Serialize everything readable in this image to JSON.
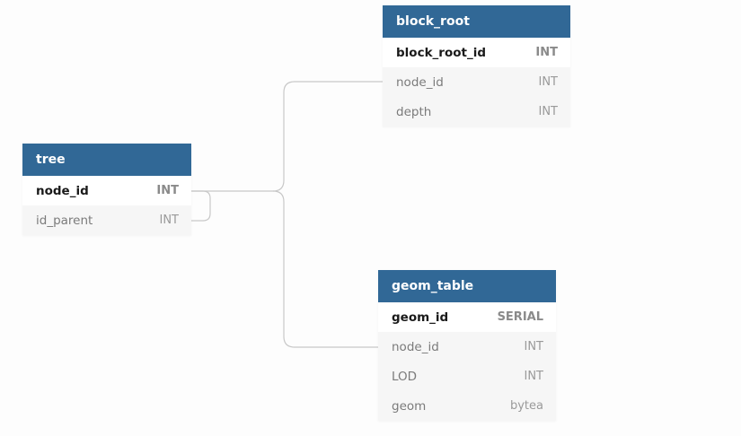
{
  "tables": [
    {
      "id": "block_root",
      "name": "block_root",
      "fields": [
        {
          "name": "block_root_id",
          "type": "INT",
          "pk": true
        },
        {
          "name": "node_id",
          "type": "INT",
          "pk": false
        },
        {
          "name": "depth",
          "type": "INT",
          "pk": false
        }
      ]
    },
    {
      "id": "tree",
      "name": "tree",
      "fields": [
        {
          "name": "node_id",
          "type": "INT",
          "pk": true
        },
        {
          "name": "id_parent",
          "type": "INT",
          "pk": false
        }
      ]
    },
    {
      "id": "geom_table",
      "name": "geom_table",
      "fields": [
        {
          "name": "geom_id",
          "type": "SERIAL",
          "pk": true
        },
        {
          "name": "node_id",
          "type": "INT",
          "pk": false
        },
        {
          "name": "LOD",
          "type": "INT",
          "pk": false
        },
        {
          "name": "geom",
          "type": "bytea",
          "pk": false
        }
      ]
    }
  ],
  "relations": [
    {
      "from": "tree.node_id",
      "to": "block_root.node_id"
    },
    {
      "from": "tree.node_id",
      "to": "geom_table.node_id"
    },
    {
      "from": "tree.node_id",
      "to": "tree.id_parent"
    }
  ],
  "colors": {
    "header": "#316896",
    "connector": "#c8c8c8"
  }
}
